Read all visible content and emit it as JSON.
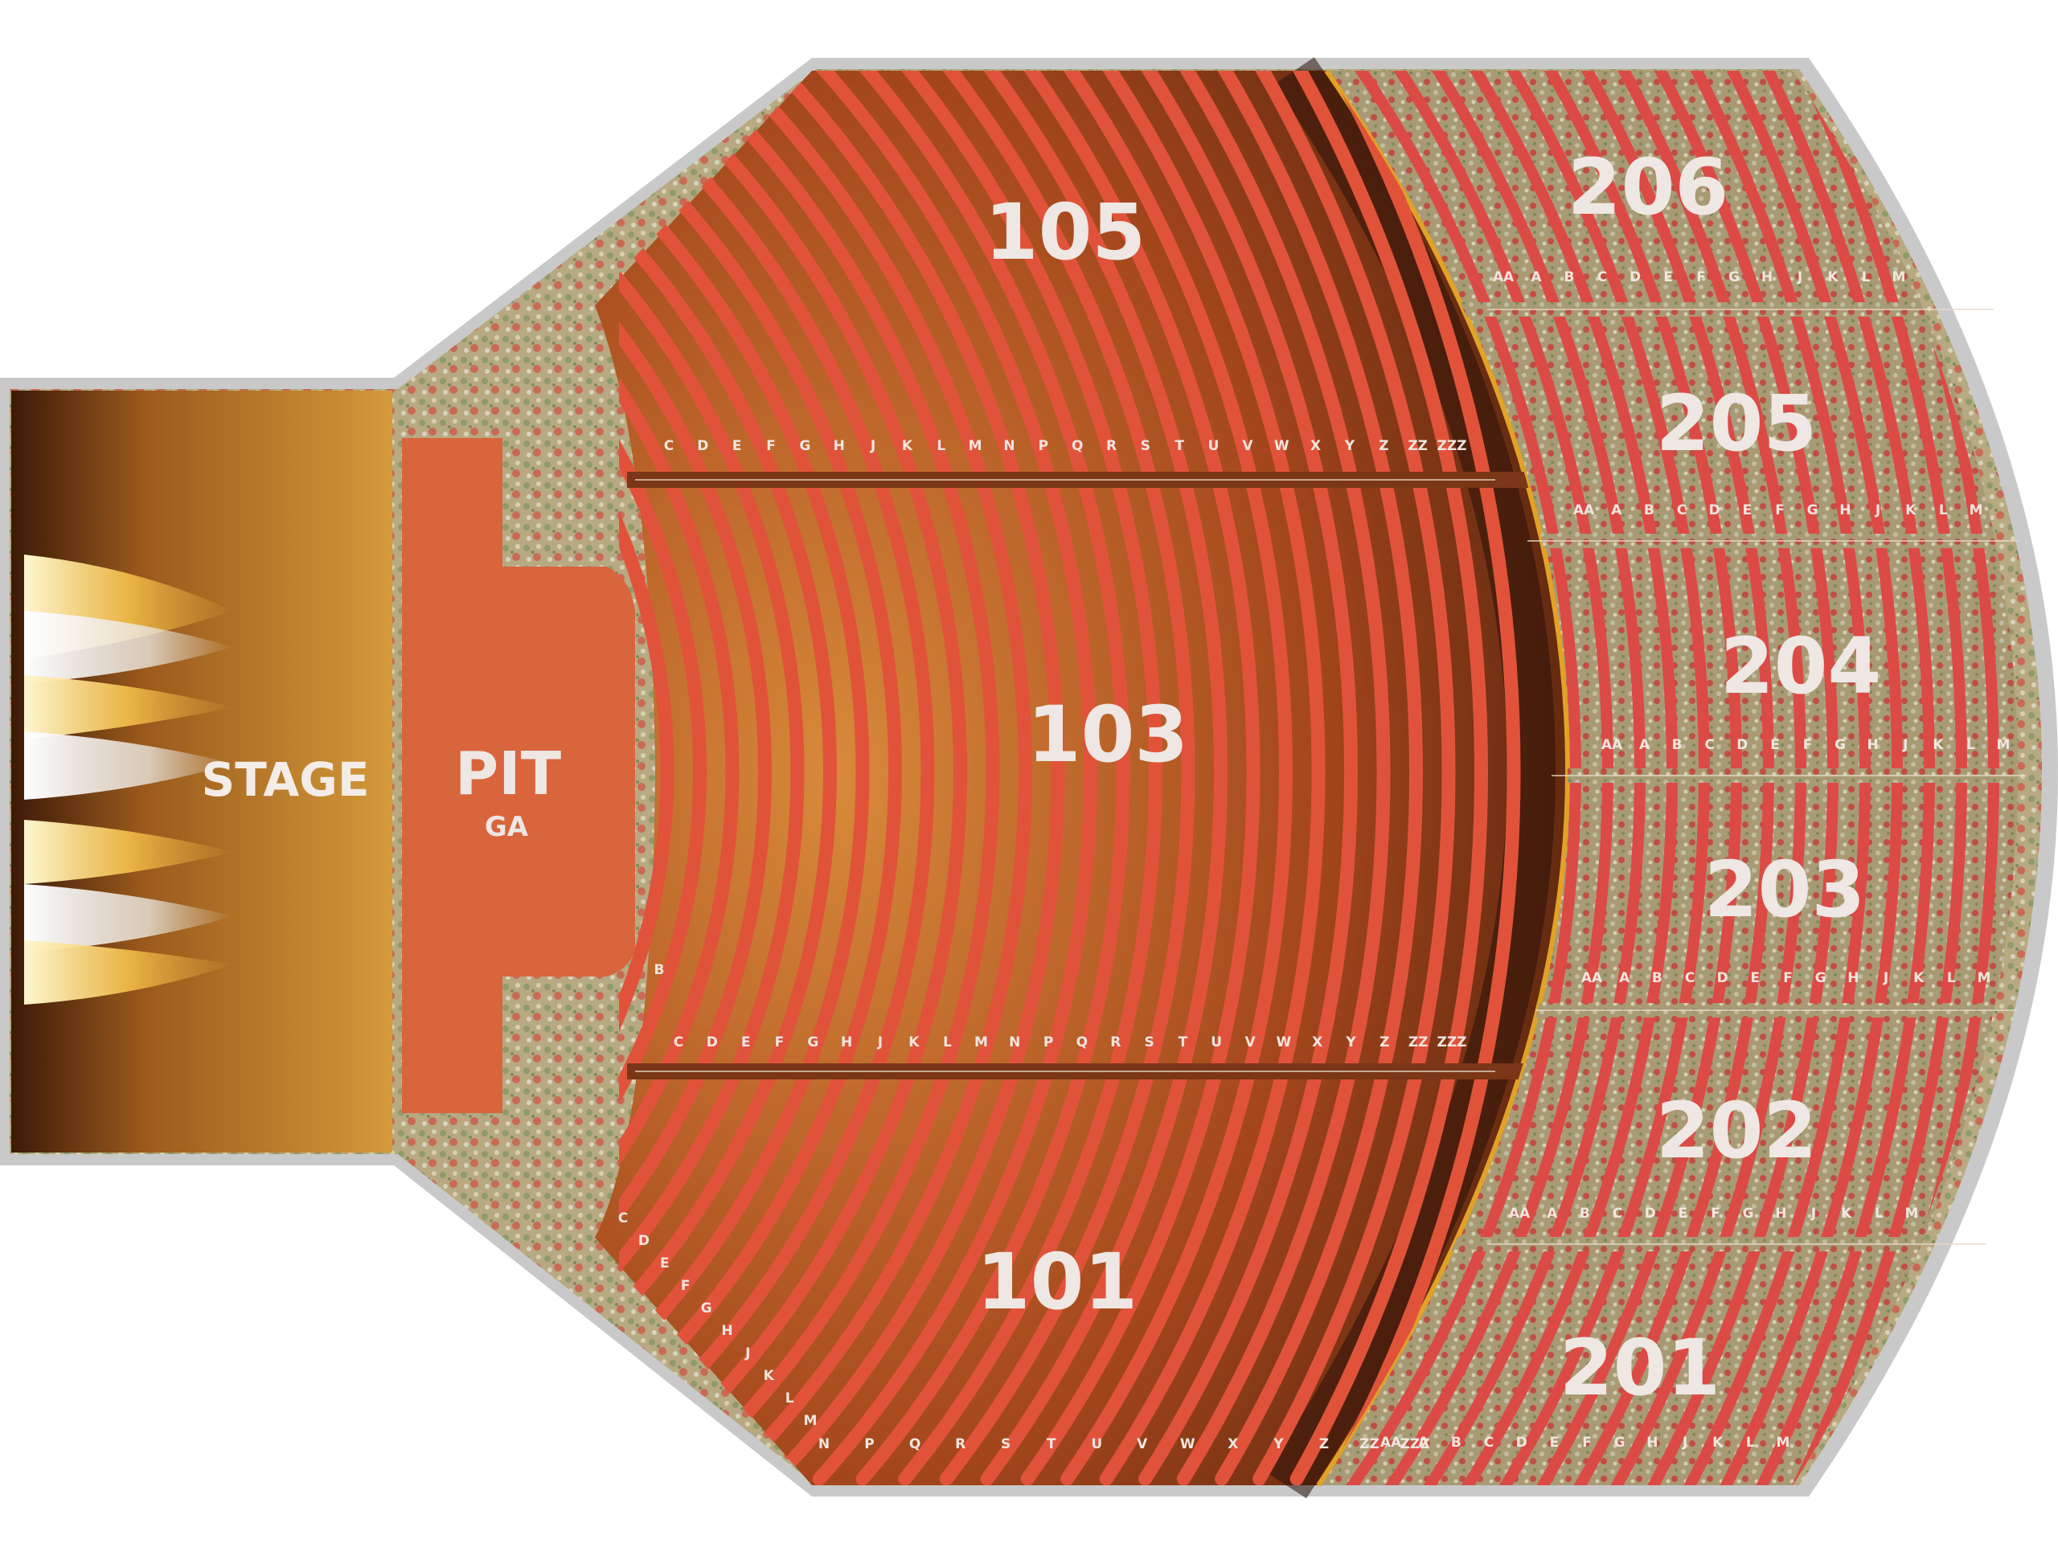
{
  "venue": {
    "stage_label": "STAGE",
    "pit": {
      "label": "PIT",
      "sublabel": "GA"
    }
  },
  "colors": {
    "seat": "#e0533a",
    "seat_dark": "#b23a27",
    "upper_seat": "#dc4a46",
    "floor_bg": "#8a3a1a",
    "upper_bg": "#56492c",
    "outline": "#c9c9c9",
    "texture": "#b9a77e",
    "stage": "#c98a2e",
    "pit": "#d8653c",
    "rail": "#e2a226"
  },
  "sections": [
    {
      "id": "105",
      "label": "105",
      "rows": [
        "C",
        "D",
        "E",
        "F",
        "G",
        "H",
        "J",
        "K",
        "L",
        "M",
        "N",
        "P",
        "Q",
        "R",
        "S",
        "T",
        "U",
        "V",
        "W",
        "X",
        "Y",
        "Z",
        "ZZ",
        "ZZZ"
      ]
    },
    {
      "id": "103",
      "label": "103",
      "extra_rows": [
        "B"
      ],
      "rows": [
        "C",
        "D",
        "E",
        "F",
        "G",
        "H",
        "J",
        "K",
        "L",
        "M",
        "N",
        "P",
        "Q",
        "R",
        "S",
        "T",
        "U",
        "V",
        "W",
        "X",
        "Y",
        "Z",
        "ZZ",
        "ZZZ"
      ]
    },
    {
      "id": "101",
      "label": "101",
      "rows_diag": [
        "C",
        "D",
        "E",
        "F",
        "G",
        "H",
        "J",
        "K",
        "L",
        "M"
      ],
      "rows": [
        "N",
        "P",
        "Q",
        "R",
        "S",
        "T",
        "U",
        "V",
        "W",
        "X",
        "Y",
        "Z",
        "ZZ",
        "ZZZ"
      ]
    },
    {
      "id": "206",
      "label": "206",
      "rows": [
        "AA",
        "A",
        "B",
        "C",
        "D",
        "E",
        "F",
        "G",
        "H",
        "J",
        "K",
        "L",
        "M"
      ]
    },
    {
      "id": "205",
      "label": "205",
      "rows": [
        "AA",
        "A",
        "B",
        "C",
        "D",
        "E",
        "F",
        "G",
        "H",
        "J",
        "K",
        "L",
        "M"
      ]
    },
    {
      "id": "204",
      "label": "204",
      "rows": [
        "AA",
        "A",
        "B",
        "C",
        "D",
        "E",
        "F",
        "G",
        "H",
        "J",
        "K",
        "L",
        "M"
      ]
    },
    {
      "id": "203",
      "label": "203",
      "rows": [
        "AA",
        "A",
        "B",
        "C",
        "D",
        "E",
        "F",
        "G",
        "H",
        "J",
        "K",
        "L",
        "M"
      ]
    },
    {
      "id": "202",
      "label": "202",
      "rows": [
        "AA",
        "A",
        "B",
        "C",
        "D",
        "E",
        "F",
        "G",
        "H",
        "J",
        "K",
        "L",
        "M"
      ]
    },
    {
      "id": "201",
      "label": "201",
      "rows": [
        "AA",
        "A",
        "B",
        "C",
        "D",
        "E",
        "F",
        "G",
        "H",
        "J",
        "K",
        "L",
        "M"
      ]
    }
  ]
}
